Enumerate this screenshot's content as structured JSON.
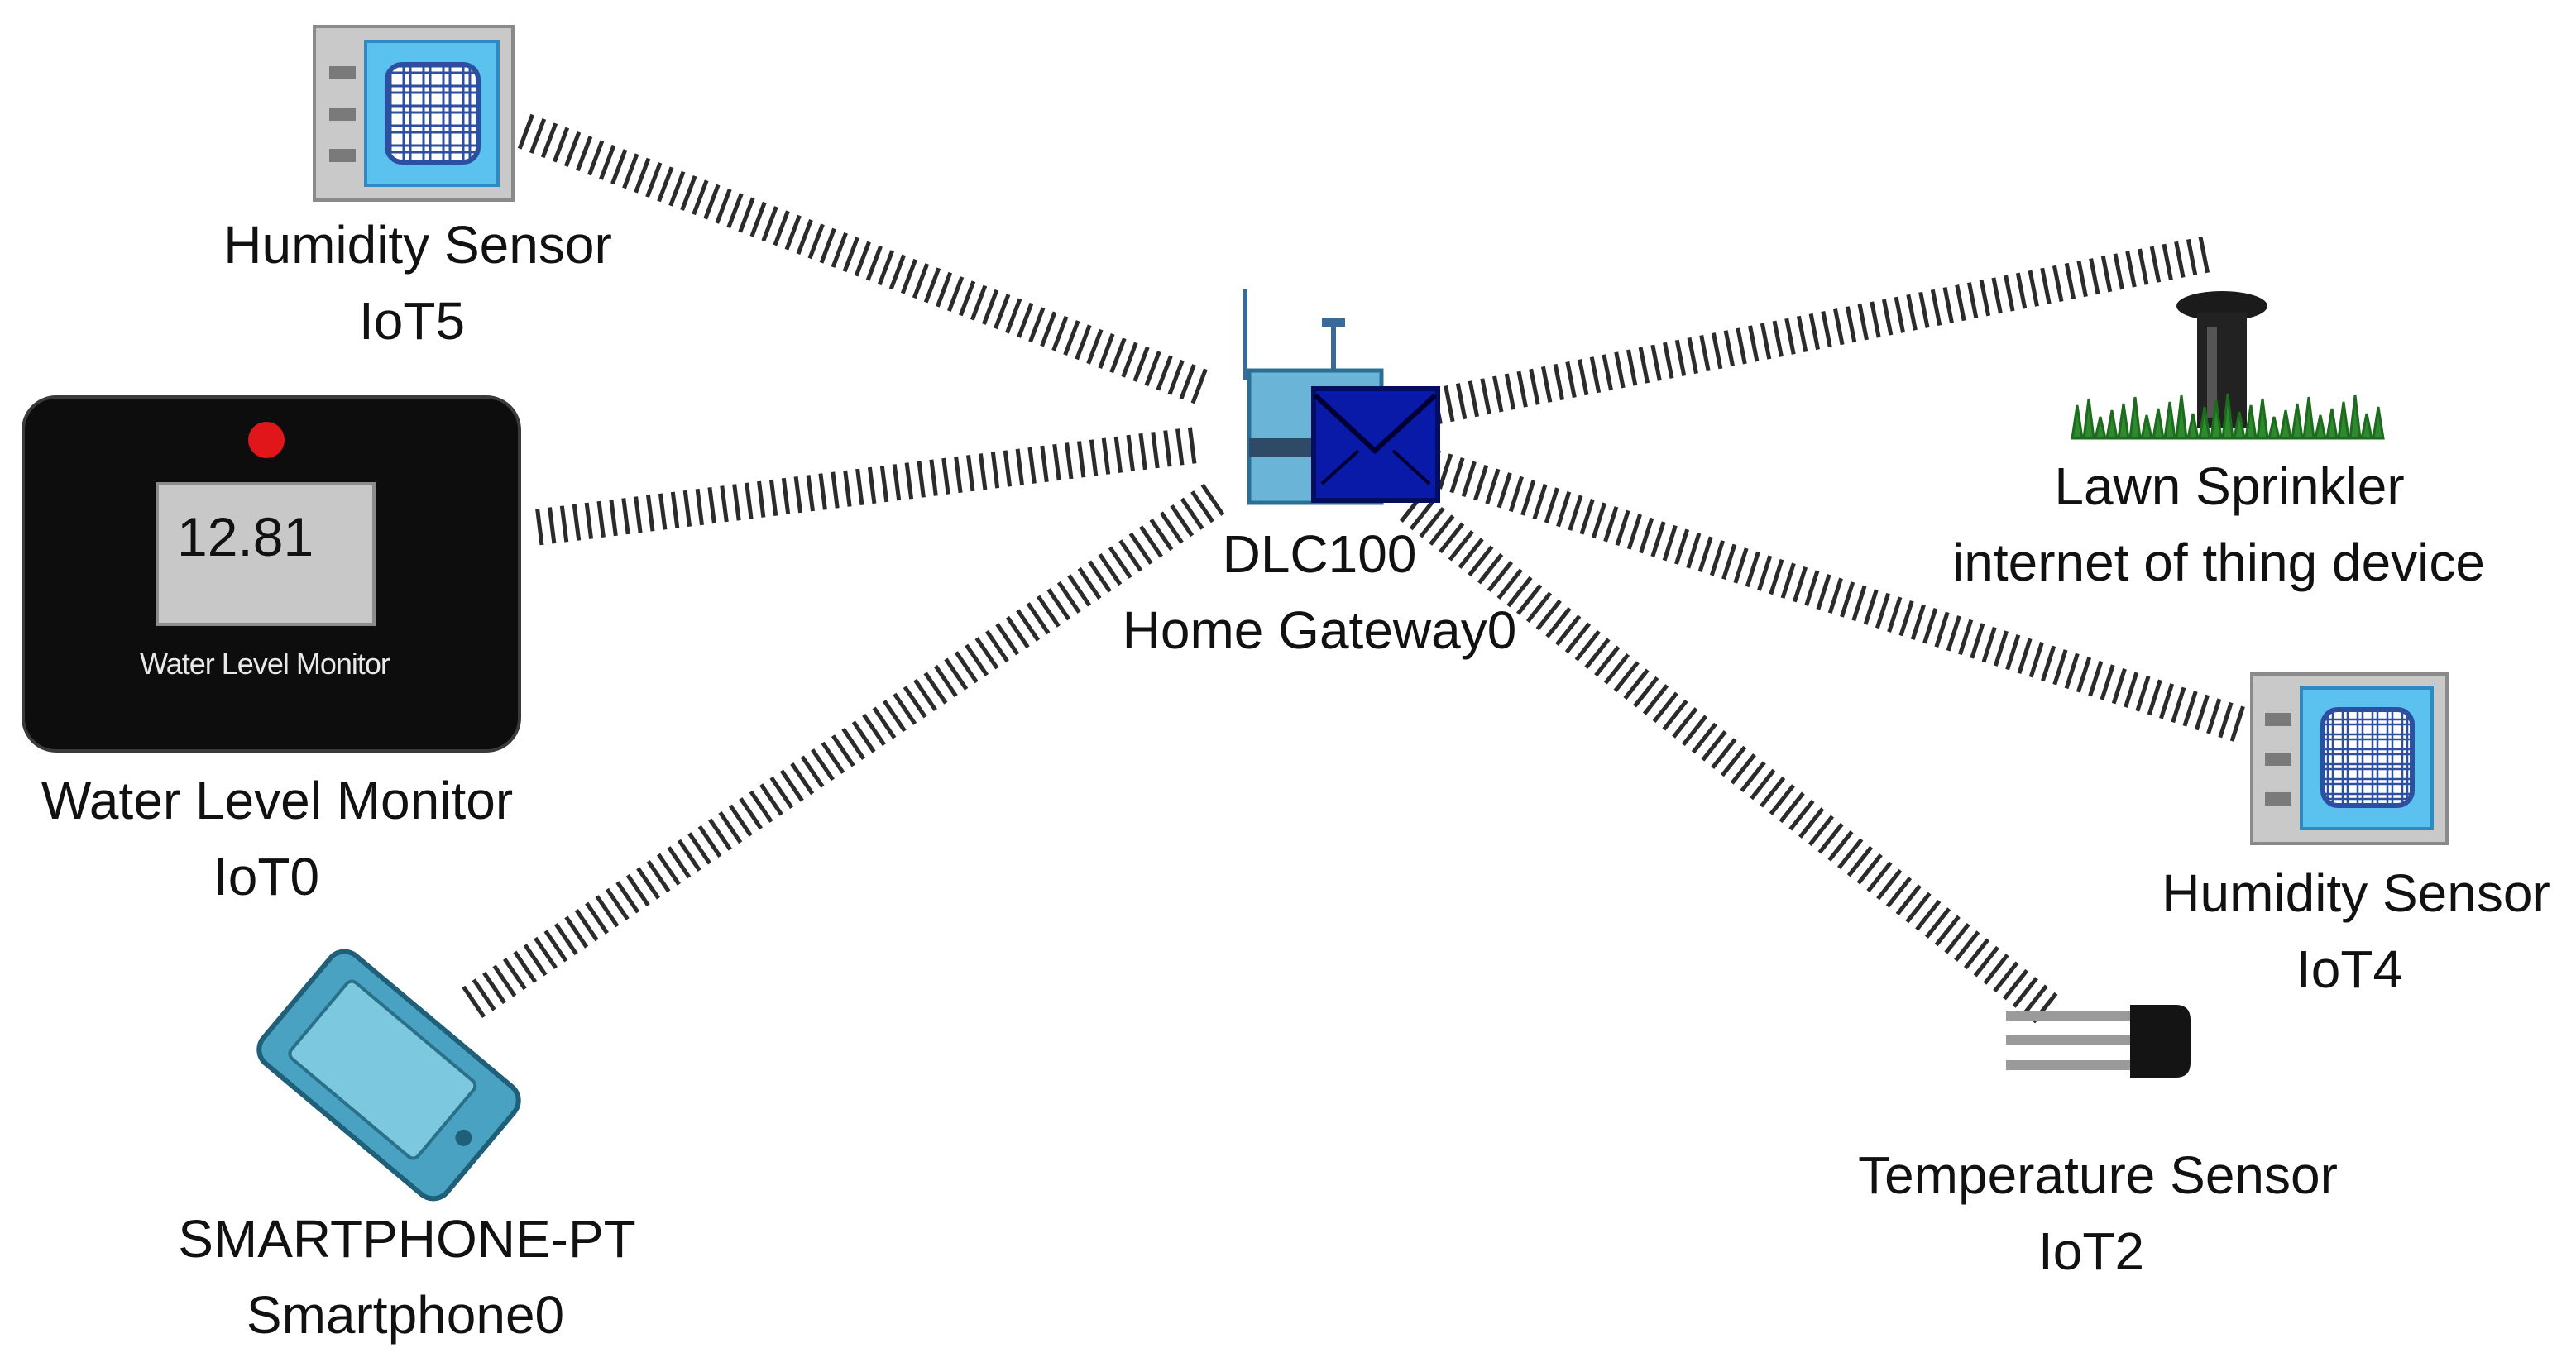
{
  "devices": {
    "gateway": {
      "model": "DLC100",
      "name": "Home Gateway0"
    },
    "humidity5": {
      "model": "Humidity Sensor",
      "name": "IoT5"
    },
    "water_level": {
      "model": "Water Level Monitor",
      "name": "IoT0",
      "display_value": "12.81",
      "panel_caption": "Water Level Monitor",
      "indicator_color": "#e0161a"
    },
    "smartphone": {
      "model": "SMARTPHONE-PT",
      "name": "Smartphone0"
    },
    "sprinkler": {
      "model": "Lawn Sprinkler",
      "name": "internet of thing device"
    },
    "humidity4": {
      "model": "Humidity Sensor",
      "name": "IoT4"
    },
    "temperature": {
      "model": "Temperature Sensor",
      "name": "IoT2"
    }
  },
  "wireless_links": [
    {
      "from": "gateway",
      "to": "humidity5"
    },
    {
      "from": "gateway",
      "to": "water_level"
    },
    {
      "from": "gateway",
      "to": "smartphone"
    },
    {
      "from": "gateway",
      "to": "sprinkler"
    },
    {
      "from": "gateway",
      "to": "humidity4"
    },
    {
      "from": "gateway",
      "to": "temperature"
    }
  ],
  "colors": {
    "link": "#2b2b2b",
    "sensor_blue": "#5bc2f0",
    "gateway_blue": "#0a1aa8"
  }
}
